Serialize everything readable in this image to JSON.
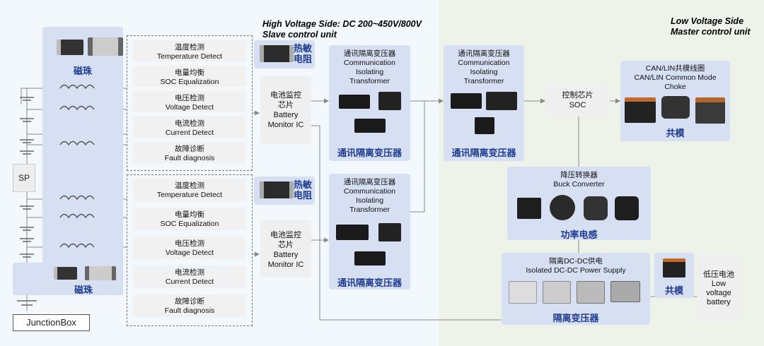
{
  "header": {
    "hv_title_line1": "High Voltage Side: DC 200~450V/800V",
    "hv_title_line2": "Slave control unit",
    "lv_title_line1": "Low Voltage Side",
    "lv_title_line2": "Master control unit"
  },
  "left": {
    "bead_top": "磁珠",
    "bead_bottom": "磁珠",
    "sp": "SP",
    "junction_box": "JunctionBox"
  },
  "detect_group_1": [
    {
      "cn": "温度检测",
      "en": "Temperature Detect"
    },
    {
      "cn": "电量均衡",
      "en": "SOC Equalization"
    },
    {
      "cn": "电压检测",
      "en": "Voltage Detect"
    },
    {
      "cn": "电流检测",
      "en": "Current Detect"
    },
    {
      "cn": "故障诊断",
      "en": "Fault diagnosis"
    }
  ],
  "detect_group_2": [
    {
      "cn": "温度检测",
      "en": "Temperature Detect"
    },
    {
      "cn": "电量均衡",
      "en": "SOC Equalization"
    },
    {
      "cn": "电压检测",
      "en": "Voltage Detect"
    },
    {
      "cn": "电流检测",
      "en": "Current Detect"
    },
    {
      "cn": "故障诊断",
      "en": "Fault diagnosis"
    }
  ],
  "thermistor": {
    "label_1": "热敏\n电阻",
    "label_2": "热敏\n电阻"
  },
  "bmic": {
    "line1": "电池监控",
    "line2": "芯片",
    "line3": "Battery",
    "line4": "Monitor IC"
  },
  "comm_transformer": {
    "cn": "通讯隔离变压器",
    "en1": "Communication",
    "en2": "Isolating",
    "en3": "Transformer",
    "footer": "通讯隔离变压器"
  },
  "control_chip": {
    "cn": "控制芯片",
    "en": "SOC"
  },
  "can_choke": {
    "cn": "CAN/LIN共模线圈",
    "en1": "CAN/LIN Common Mode",
    "en2": "Choke",
    "footer": "共模"
  },
  "buck": {
    "cn": "降压转换器",
    "en": "Buck Converter",
    "footer": "功率电感"
  },
  "dcdc": {
    "cn": "隔离DC-DC供电",
    "en": "Isolated DC-DC Power Supply",
    "footer": "隔离变压器"
  },
  "small_cm": {
    "footer": "共模"
  },
  "battery": {
    "cn": "低压电池",
    "en1": "Low",
    "en2": "voltage",
    "en3": "battery"
  }
}
